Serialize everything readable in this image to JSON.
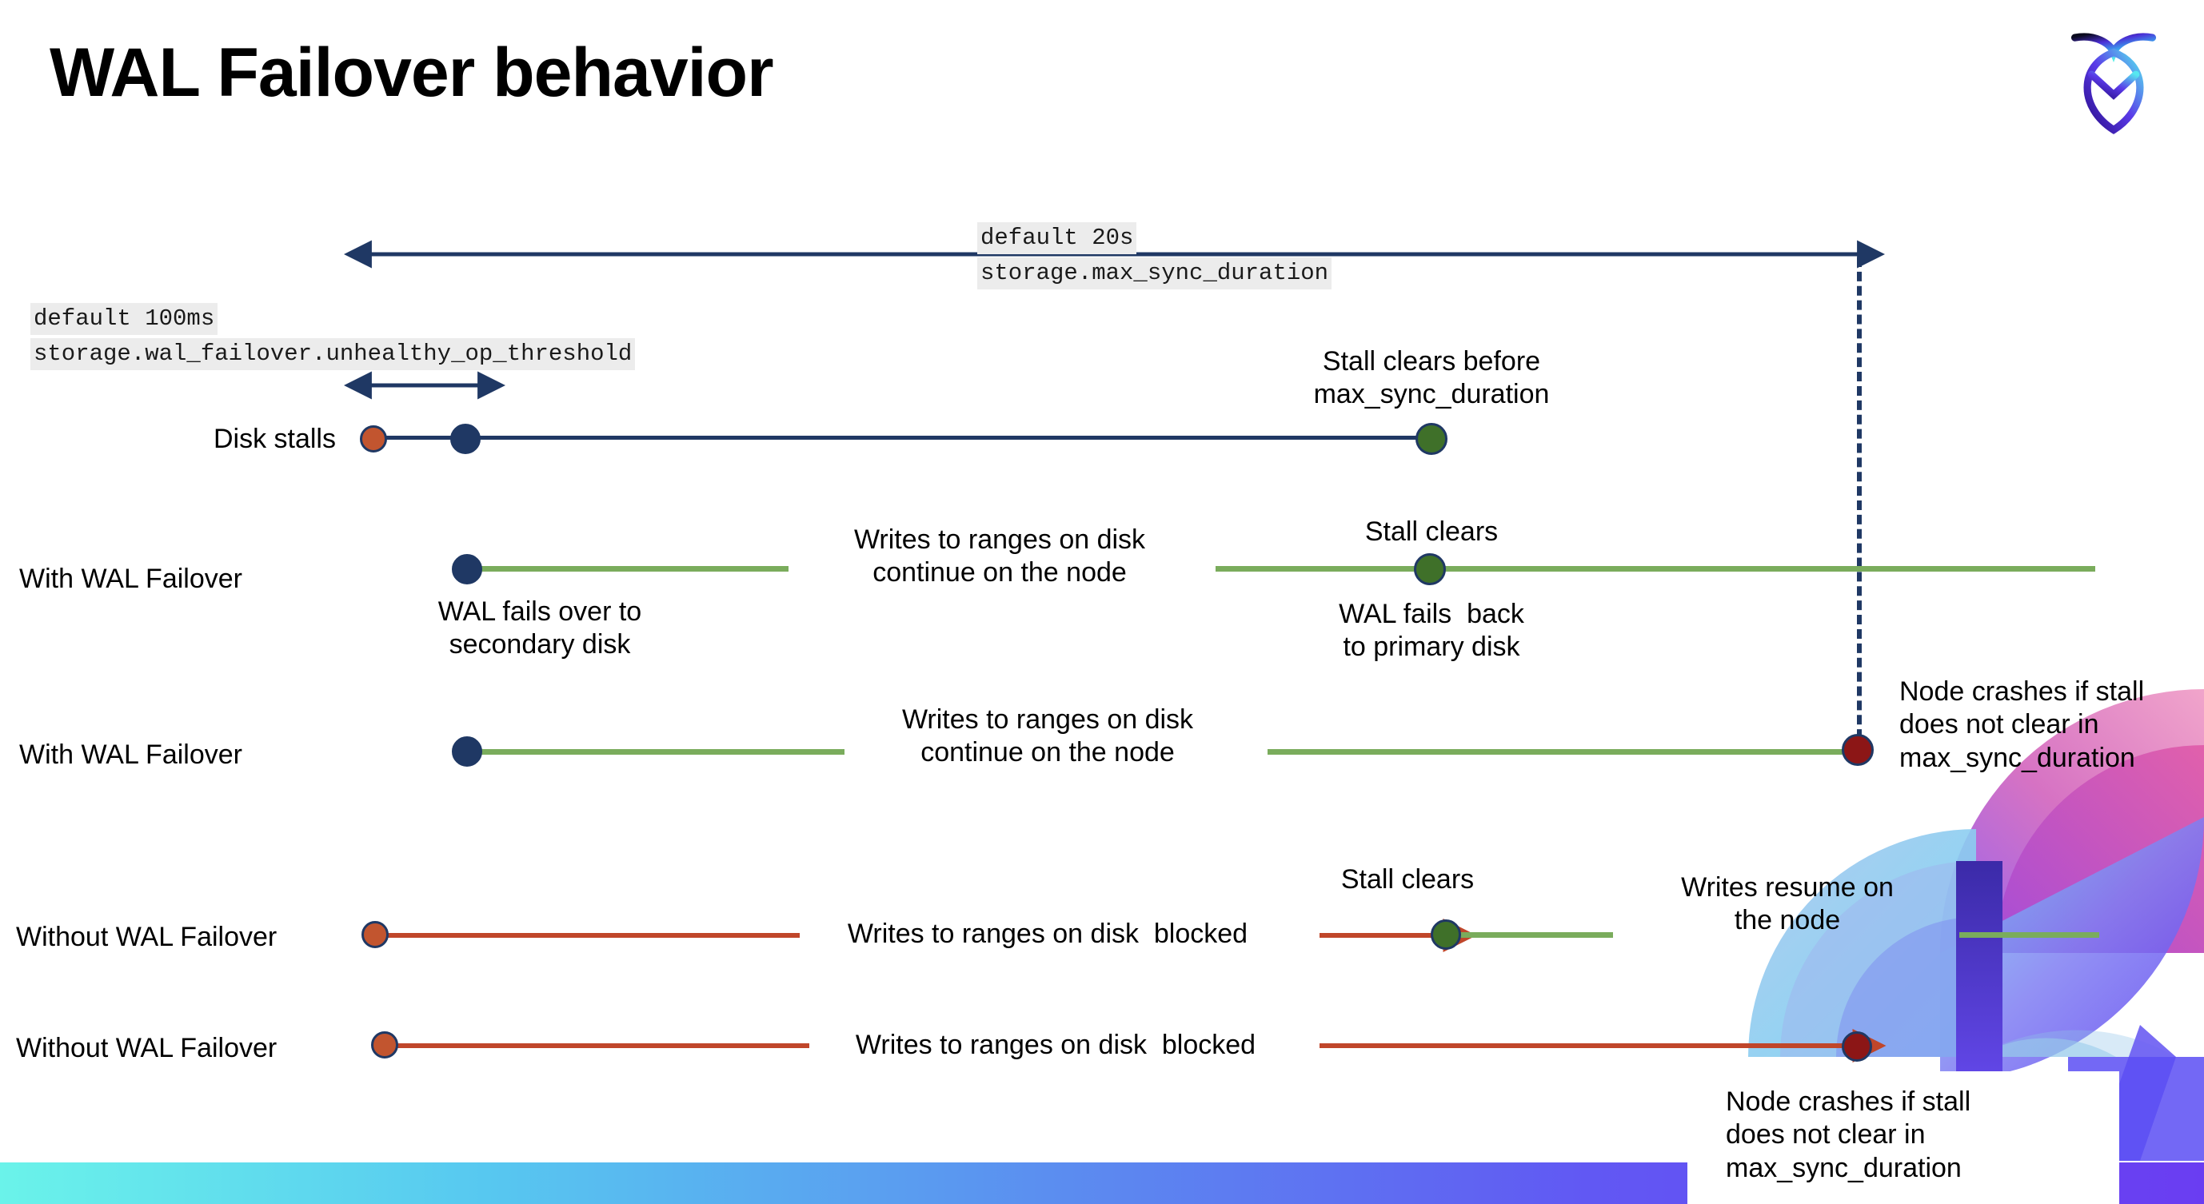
{
  "slide": {
    "title": "WAL Failover behavior",
    "logo_name": "cockroachdb-logo"
  },
  "settings": [
    {
      "id": "max-sync-duration",
      "default_line": "default 20s",
      "name_line": "storage.max_sync_duration"
    },
    {
      "id": "unhealthy-op-threshold",
      "default_line": "default 100ms",
      "name_line": "storage.wal_failover.unhealthy_op_threshold"
    }
  ],
  "rows": [
    {
      "id": "disk-stalls",
      "label": "Disk stalls",
      "annotations": [
        "Stall clears before\nmax_sync_duration"
      ]
    },
    {
      "id": "with-wal-failover-clears",
      "label": "With WAL Failover",
      "annotations": [
        "Writes to ranges on disk\ncontinue on the node",
        "Stall clears",
        "WAL fails over to\nsecondary disk",
        "WAL fails  back\nto primary disk"
      ]
    },
    {
      "id": "with-wal-failover-crash",
      "label": "With WAL Failover",
      "annotations": [
        "Writes to ranges on disk\ncontinue on the node",
        "Node crashes if stall\ndoes not clear in\nmax_sync_duration"
      ]
    },
    {
      "id": "without-wal-failover-clears",
      "label": "Without WAL Failover",
      "annotations": [
        "Writes to ranges on disk  blocked",
        "Stall clears",
        "Writes resume on\nthe node"
      ]
    },
    {
      "id": "without-wal-failover-crash",
      "label": "Without WAL Failover",
      "annotations": [
        "Writes to ranges on disk  blocked",
        "Node crashes if stall\ndoes not clear in\nmax_sync_duration"
      ]
    }
  ],
  "text": {
    "stall_clears_before_max": "Stall clears before\nmax_sync_duration",
    "stall_clears": "Stall clears",
    "writes_continue": "Writes to ranges on disk\ncontinue on the node",
    "wal_fails_over": "WAL fails over to\nsecondary disk",
    "wal_fails_back": "WAL fails  back\nto primary disk",
    "node_crashes": "Node crashes if stall\ndoes not clear in\nmax_sync_duration",
    "writes_blocked": "Writes to ranges on disk  blocked",
    "writes_resume": "Writes resume on\nthe node"
  },
  "colors": {
    "navy": "#1f3864",
    "green_line": "#7aac5c",
    "green_dot": "#3f7029",
    "red_line": "#c0462a",
    "orange_dot": "#c2552f",
    "dark_red_dot": "#8c1616",
    "code_bg": "#ececec"
  }
}
